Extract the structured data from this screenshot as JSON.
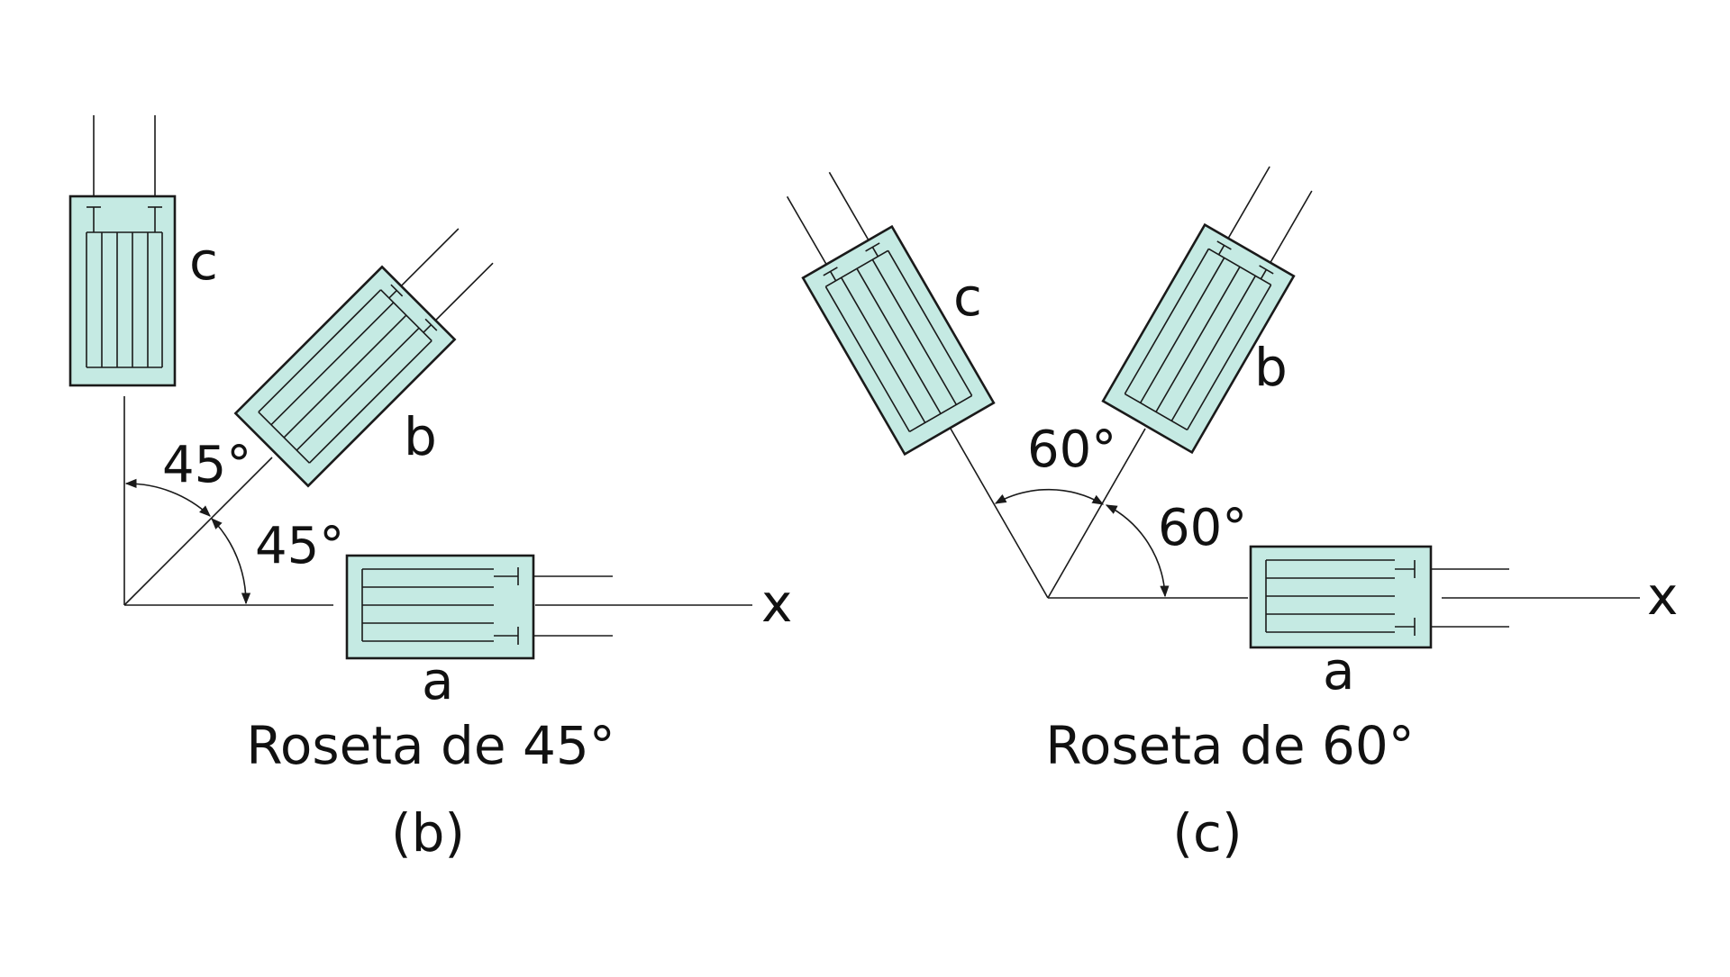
{
  "colors": {
    "gauge_fill": "#c5eae3",
    "line": "#1a1a1a",
    "text": "#111111"
  },
  "left_panel": {
    "angle_1": "45°",
    "angle_2": "45°",
    "gauge_a_label": "a",
    "gauge_b_label": "b",
    "gauge_c_label": "c",
    "axis_label": "x",
    "caption": "Roseta de 45°",
    "sublabel": "(b)"
  },
  "right_panel": {
    "angle_1": "60°",
    "angle_2": "60°",
    "gauge_a_label": "a",
    "gauge_b_label": "b",
    "gauge_c_label": "c",
    "axis_label": "x",
    "caption": "Roseta de 60°",
    "sublabel": "(c)"
  }
}
